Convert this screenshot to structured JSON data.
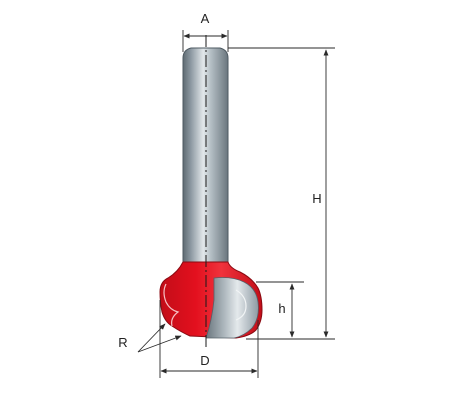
{
  "labels": {
    "shank_diameter": "A",
    "total_length": "H",
    "cutting_height": "h",
    "cutting_diameter": "D",
    "radius": "R"
  },
  "colors": {
    "cutter_red": "#e3101e",
    "cutter_dark_red": "#b50c16",
    "shank_grey": "#8e9aa3",
    "shank_light": "#d4dade",
    "shank_dark": "#5e6a72"
  }
}
